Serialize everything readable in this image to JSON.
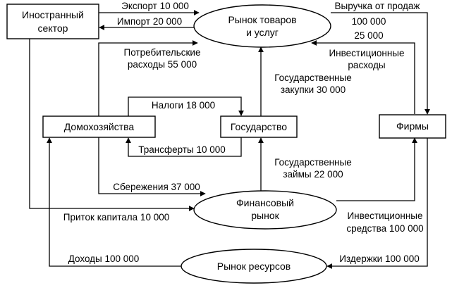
{
  "nodes": {
    "foreign_sector": [
      "Иностранный",
      "сектор"
    ],
    "goods_market": [
      "Рынок товаров",
      "и услуг"
    ],
    "households": "Домохозяйства",
    "government": "Государство",
    "firms": "Фирмы",
    "financial_market": [
      "Финансовый",
      "рынок"
    ],
    "resource_market": "Рынок ресурсов"
  },
  "flows": {
    "export": "Экспорт 10 000",
    "import": "Импорт 20 000",
    "sales_revenue": [
      "Выручка от продаж",
      "100 000"
    ],
    "investment_expenditure_value": "25 000",
    "investment_expenditure_label": [
      "Инвестиционные",
      "расходы"
    ],
    "consumer_expenditure": [
      "Потребительские",
      "расходы 55 000"
    ],
    "government_purchases": [
      "Государственные",
      "закупки 30 000"
    ],
    "taxes": "Налоги 18 000",
    "transfers": "Трансферты 10 000",
    "government_loans": [
      "Государственные",
      "займы 22 000"
    ],
    "savings": "Сбережения 37 000",
    "capital_inflow": "Приток капитала 10 000",
    "investment_funds": [
      "Инвестиционные",
      "средства 100 000"
    ],
    "income": "Доходы 100 000",
    "costs": "Издержки 100 000"
  }
}
